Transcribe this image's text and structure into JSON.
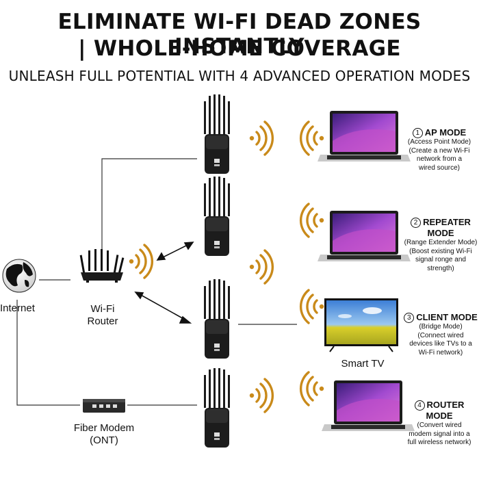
{
  "header": {
    "title_line1": "ELIMINATE WI-FI DEAD ZONES INSTANTLY",
    "title_line2": "| WHOLE-HOME COVERAGE",
    "subtitle": "UNLEASH FULL POTENTIAL WITH 4 ADVANCED OPERATION MODES"
  },
  "nodes": {
    "internet": "Internet",
    "router_line1": "Wi-Fi",
    "router_line2": "Router",
    "modem_line1": "Fiber Modem",
    "modem_line2": "(ONT)",
    "smart_tv": "Smart TV"
  },
  "modes": [
    {
      "number": "1",
      "title": "AP MODE",
      "desc": "(Access Point Mode)\n(Create a new Wi-Fi\nnetwork from a\nwired source)"
    },
    {
      "number": "2",
      "title": "REPEATER\nMODE",
      "desc": "(Range Extender Mode)\n(Boost existing Wi-Fi\nsignal ronge and\nstrength)"
    },
    {
      "number": "3",
      "title": "CLIENT MODE",
      "desc": "(Bridge Mode)\n(Connect wired\ndevices like TVs to a\nWi-Fi network)"
    },
    {
      "number": "4",
      "title": "ROUTER MODE",
      "desc": "(Convert wired\nmodem signal into a\nfull wireless network)"
    }
  ],
  "colors": {
    "wifi_wave": "#c98a1a",
    "device_body": "#222222",
    "line": "#333333",
    "screen_purple": "#7a3fb0",
    "tv_sky": "#5aa0e0",
    "tv_field": "#e6d230"
  },
  "icons": [
    "globe-icon",
    "router-icon",
    "modem-icon",
    "extender-icon",
    "wifi-signal-icon",
    "laptop-icon",
    "tv-icon",
    "double-arrow-icon"
  ]
}
